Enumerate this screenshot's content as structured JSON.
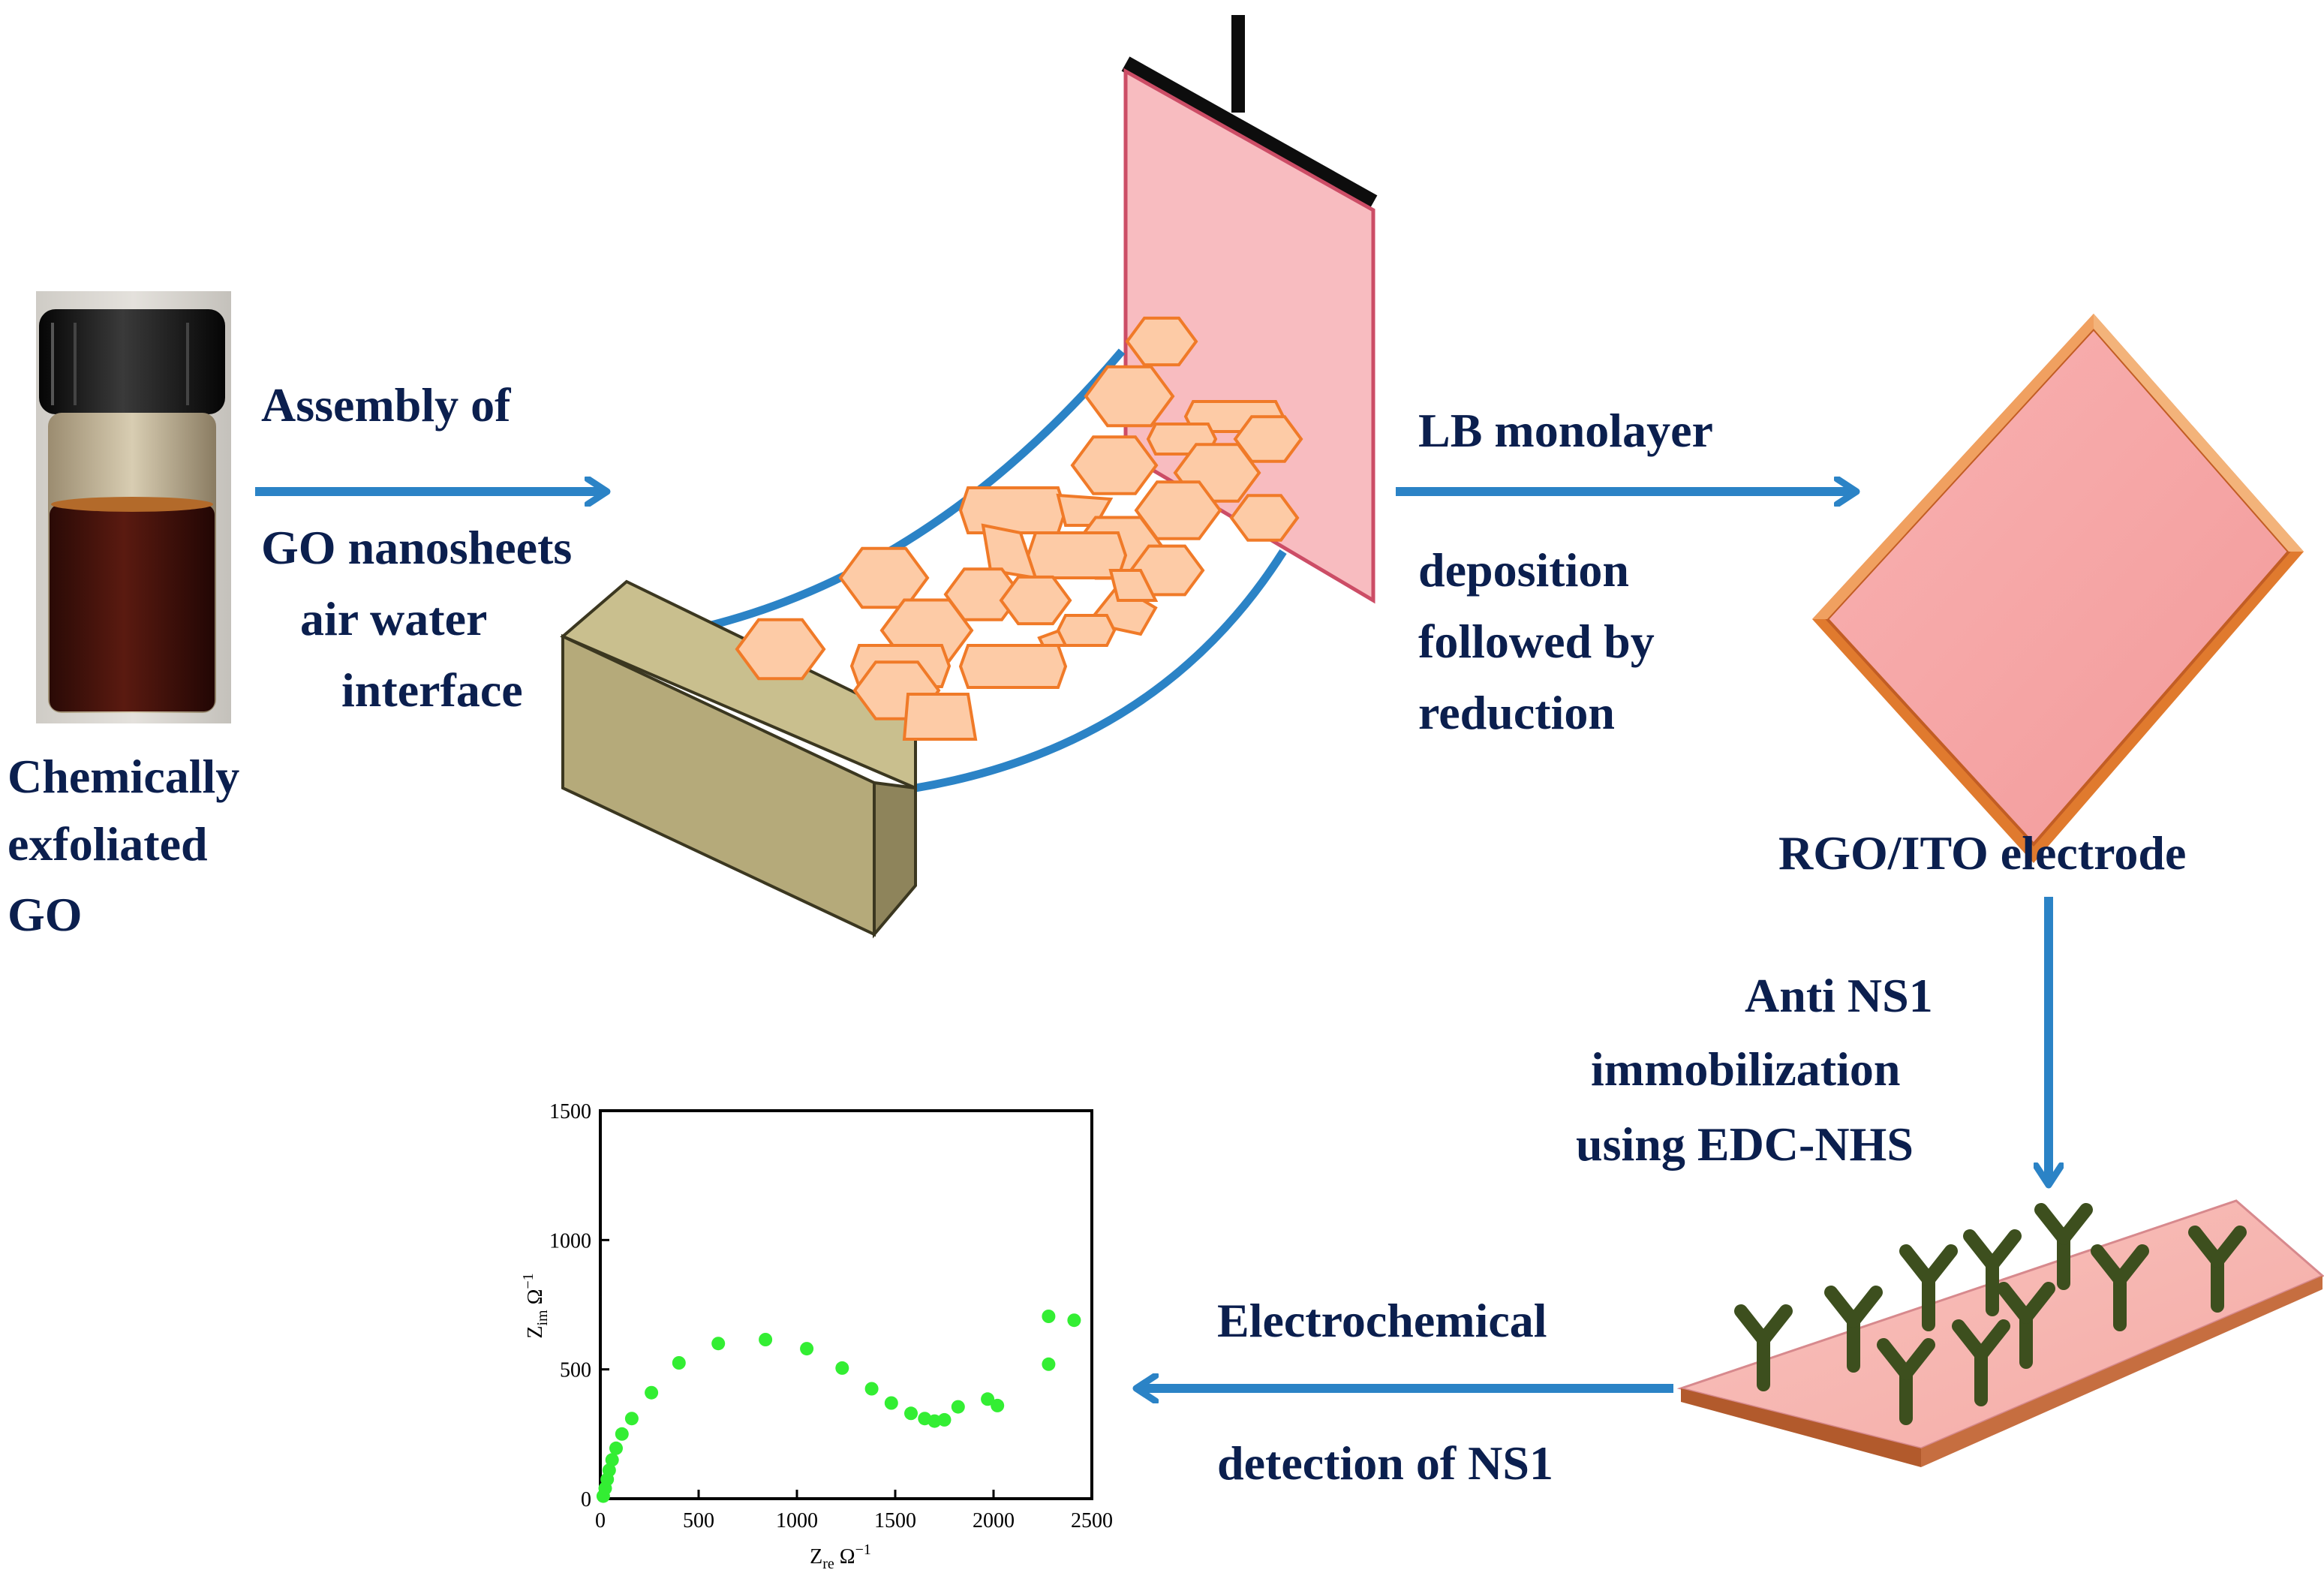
{
  "labels": {
    "vial_caption": [
      "Chemically",
      "exfoliated",
      "GO"
    ],
    "step1": [
      "Assembly of",
      "GO nanosheets",
      "air water",
      "interface"
    ],
    "step2_line1": "LB monolayer",
    "step2_rest": [
      "deposition",
      "followed by",
      "reduction"
    ],
    "electrode": "RGO/ITO electrode",
    "step3": [
      "Anti NS1",
      "immobilization",
      "using EDC-NHS"
    ],
    "step4_line1": "Electrochemical",
    "step4_line2": "detection of NS1"
  },
  "colors": {
    "arrow": "#2b83c6",
    "text": "#0b1f4e",
    "trough_line": "#2b83c6",
    "flake_fill": "#fdcba6",
    "flake_stroke": "#f07a28",
    "substrate_fill": "#f8bcc0",
    "barrier_fill": "#b5aa7a",
    "electrode_fill": "#f7a7a7",
    "electrode_edge": "#e07a2e",
    "antibody": "#3d4f1e",
    "data_point": "#33ee33"
  },
  "chart_data": {
    "type": "scatter",
    "xlabel": "Z_re Ω⁻¹",
    "ylabel": "Z_im Ω⁻¹",
    "xlim": [
      0,
      2500
    ],
    "ylim": [
      0,
      1500
    ],
    "xticks": [
      0,
      500,
      1000,
      1500,
      2000,
      2500
    ],
    "yticks": [
      0,
      500,
      1000,
      1500
    ],
    "grid": false,
    "series": [
      {
        "values": [
          [
            15,
            10
          ],
          [
            25,
            40
          ],
          [
            35,
            75
          ],
          [
            45,
            110
          ],
          [
            60,
            150
          ],
          [
            80,
            195
          ],
          [
            110,
            250
          ],
          [
            160,
            310
          ],
          [
            260,
            410
          ],
          [
            400,
            525
          ],
          [
            600,
            600
          ],
          [
            840,
            615
          ],
          [
            1050,
            580
          ],
          [
            1230,
            505
          ],
          [
            1380,
            425
          ],
          [
            1480,
            370
          ],
          [
            1580,
            330
          ],
          [
            1650,
            310
          ],
          [
            1700,
            300
          ],
          [
            1750,
            305
          ],
          [
            1820,
            355
          ],
          [
            1970,
            385
          ],
          [
            2020,
            360
          ],
          [
            2280,
            520
          ],
          [
            2280,
            705
          ],
          [
            2410,
            690
          ]
        ]
      }
    ]
  }
}
